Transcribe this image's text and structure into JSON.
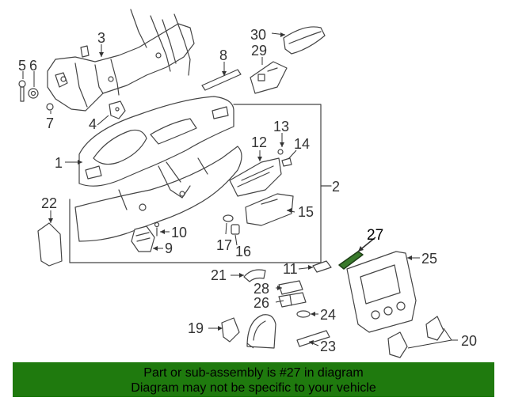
{
  "diagram": {
    "part_labels": [
      "1",
      "2",
      "3",
      "4",
      "5",
      "6",
      "7",
      "8",
      "9",
      "10",
      "11",
      "12",
      "13",
      "14",
      "15",
      "16",
      "17",
      "19",
      "20",
      "21",
      "22",
      "23",
      "24",
      "25",
      "26",
      "27",
      "28",
      "29",
      "30"
    ],
    "highlight_part": "27",
    "highlight_color": "#3a7a2c"
  },
  "banner": {
    "line1": "Part or sub-assembly is #27 in diagram",
    "line2": "Diagram may not be specific to your vehicle",
    "background": "#1f7a0e"
  }
}
